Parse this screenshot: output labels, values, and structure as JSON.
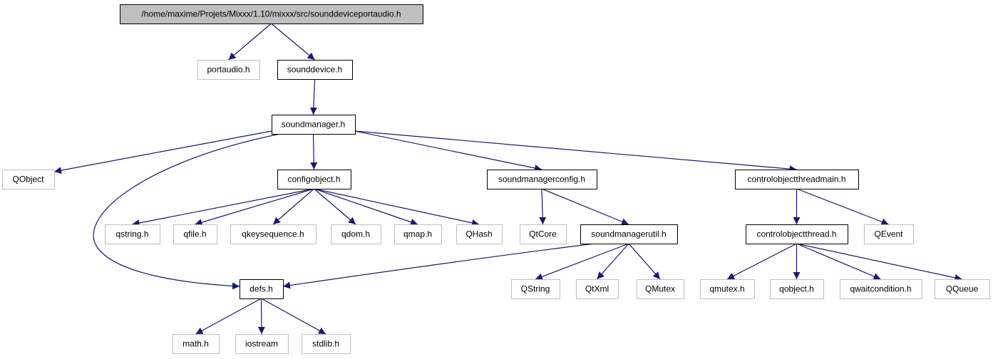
{
  "colors": {
    "edge": "#191970",
    "root_fill": "#bfbfbf",
    "local_border": "#000000",
    "external_border": "#bfbfbf",
    "external_text": "#000000"
  },
  "nodes": [
    {
      "id": "root",
      "label": "/home/maxime/Projets/Mixxx/1.10/mixxx/src/sounddeviceportaudio.h",
      "kind": "root"
    },
    {
      "id": "portaudio",
      "label": "portaudio.h",
      "kind": "external"
    },
    {
      "id": "sounddevice",
      "label": "sounddevice.h",
      "kind": "local"
    },
    {
      "id": "soundmanager",
      "label": "soundmanager.h",
      "kind": "local"
    },
    {
      "id": "qobject_cls",
      "label": "QObject",
      "kind": "external"
    },
    {
      "id": "configobject",
      "label": "configobject.h",
      "kind": "local"
    },
    {
      "id": "soundmanagerconfig",
      "label": "soundmanagerconfig.h",
      "kind": "local"
    },
    {
      "id": "controlobjectthreadmain",
      "label": "controlobjectthreadmain.h",
      "kind": "local"
    },
    {
      "id": "qstring_h",
      "label": "qstring.h",
      "kind": "external"
    },
    {
      "id": "qfile_h",
      "label": "qfile.h",
      "kind": "external"
    },
    {
      "id": "qkeysequence_h",
      "label": "qkeysequence.h",
      "kind": "external"
    },
    {
      "id": "qdom_h",
      "label": "qdom.h",
      "kind": "external"
    },
    {
      "id": "qmap_h",
      "label": "qmap.h",
      "kind": "external"
    },
    {
      "id": "qhash",
      "label": "QHash",
      "kind": "external"
    },
    {
      "id": "qtcore",
      "label": "QtCore",
      "kind": "external"
    },
    {
      "id": "soundmanagerutil",
      "label": "soundmanagerutil.h",
      "kind": "local"
    },
    {
      "id": "controlobjectthread",
      "label": "controlobjectthread.h",
      "kind": "local"
    },
    {
      "id": "qevent",
      "label": "QEvent",
      "kind": "external"
    },
    {
      "id": "defs",
      "label": "defs.h",
      "kind": "local"
    },
    {
      "id": "qstring_cls",
      "label": "QString",
      "kind": "external"
    },
    {
      "id": "qtxml",
      "label": "QtXml",
      "kind": "external"
    },
    {
      "id": "qmutex_cls",
      "label": "QMutex",
      "kind": "external"
    },
    {
      "id": "qmutex_h",
      "label": "qmutex.h",
      "kind": "external"
    },
    {
      "id": "qobject_h",
      "label": "qobject.h",
      "kind": "external"
    },
    {
      "id": "qwaitcondition_h",
      "label": "qwaitcondition.h",
      "kind": "external"
    },
    {
      "id": "qqueue",
      "label": "QQueue",
      "kind": "external"
    },
    {
      "id": "math_h",
      "label": "math.h",
      "kind": "external"
    },
    {
      "id": "iostream",
      "label": "iostream",
      "kind": "external"
    },
    {
      "id": "stdlib_h",
      "label": "stdlib.h",
      "kind": "external"
    }
  ],
  "edges": [
    [
      "root",
      "portaudio"
    ],
    [
      "root",
      "sounddevice"
    ],
    [
      "sounddevice",
      "soundmanager"
    ],
    [
      "soundmanager",
      "qobject_cls"
    ],
    [
      "soundmanager",
      "configobject"
    ],
    [
      "soundmanager",
      "soundmanagerconfig"
    ],
    [
      "soundmanager",
      "controlobjectthreadmain"
    ],
    [
      "soundmanager",
      "defs"
    ],
    [
      "configobject",
      "qstring_h"
    ],
    [
      "configobject",
      "qfile_h"
    ],
    [
      "configobject",
      "qkeysequence_h"
    ],
    [
      "configobject",
      "qdom_h"
    ],
    [
      "configobject",
      "qmap_h"
    ],
    [
      "configobject",
      "qhash"
    ],
    [
      "soundmanagerconfig",
      "qtcore"
    ],
    [
      "soundmanagerconfig",
      "soundmanagerutil"
    ],
    [
      "soundmanagerutil",
      "defs"
    ],
    [
      "soundmanagerutil",
      "qstring_cls"
    ],
    [
      "soundmanagerutil",
      "qtxml"
    ],
    [
      "soundmanagerutil",
      "qmutex_cls"
    ],
    [
      "controlobjectthreadmain",
      "controlobjectthread"
    ],
    [
      "controlobjectthreadmain",
      "qevent"
    ],
    [
      "controlobjectthread",
      "qmutex_h"
    ],
    [
      "controlobjectthread",
      "qobject_h"
    ],
    [
      "controlobjectthread",
      "qwaitcondition_h"
    ],
    [
      "controlobjectthread",
      "qqueue"
    ],
    [
      "defs",
      "math_h"
    ],
    [
      "defs",
      "iostream"
    ],
    [
      "defs",
      "stdlib_h"
    ]
  ]
}
